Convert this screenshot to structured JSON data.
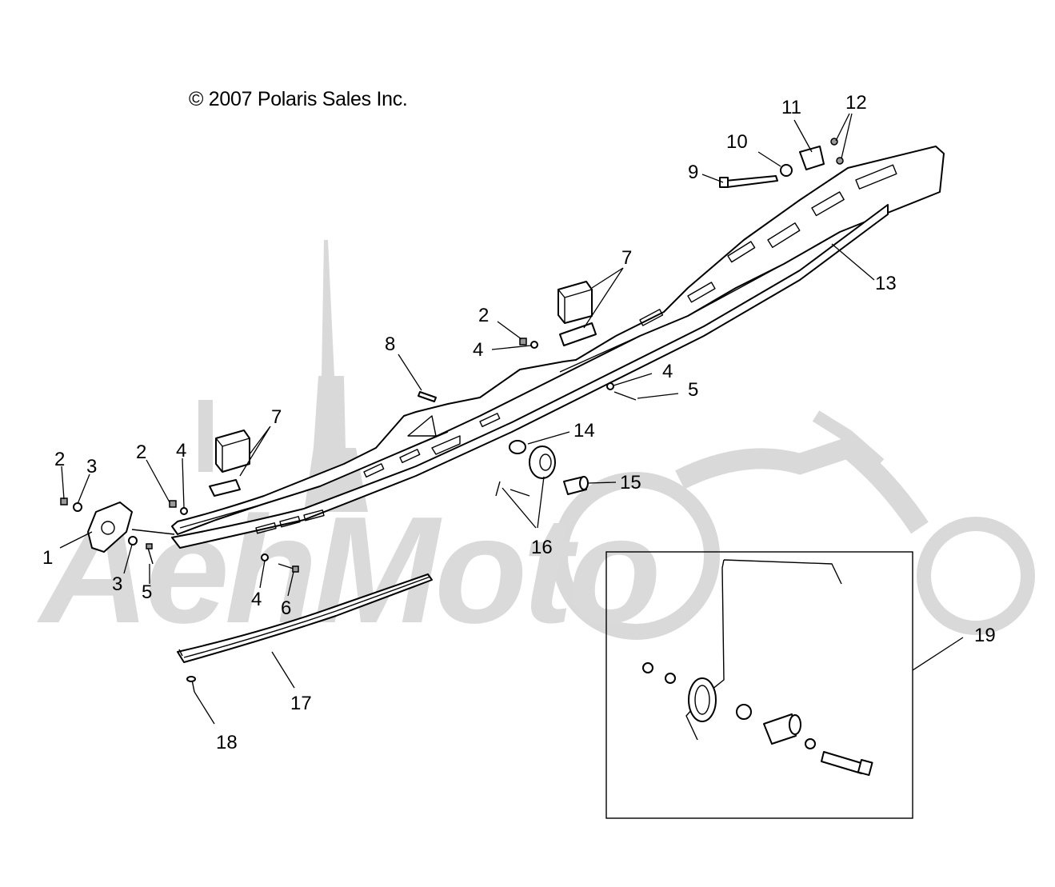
{
  "copyright": "© 2007 Polaris Sales Inc.",
  "watermark": "AehMoto",
  "callouts": {
    "c1": "1",
    "c2a": "2",
    "c2b": "2",
    "c2c": "2",
    "c3a": "3",
    "c3b": "3",
    "c4a": "4",
    "c4b": "4",
    "c4c": "4",
    "c4d": "4",
    "c5a": "5",
    "c5b": "5",
    "c6": "6",
    "c7a": "7",
    "c7b": "7",
    "c8": "8",
    "c9": "9",
    "c10": "10",
    "c11": "11",
    "c12": "12",
    "c13": "13",
    "c14": "14",
    "c15": "15",
    "c16": "16",
    "c17": "17",
    "c18": "18",
    "c19": "19"
  },
  "colors": {
    "line": "#000000",
    "watermark": "#d9d9d9",
    "background": "#ffffff"
  }
}
